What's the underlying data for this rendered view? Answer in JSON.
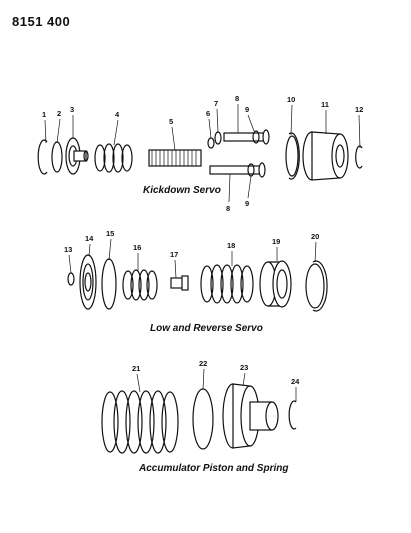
{
  "header": {
    "doc_id": "8151 400"
  },
  "sections": {
    "kickdown": {
      "caption": "Kickdown Servo"
    },
    "low_reverse": {
      "caption": "Low and Reverse Servo"
    },
    "accumulator": {
      "caption": "Accumulator Piston and Spring"
    }
  },
  "callouts": [
    "1",
    "2",
    "3",
    "4",
    "5",
    "6",
    "7",
    "8",
    "9",
    "10",
    "11",
    "12",
    "8",
    "9",
    "13",
    "14",
    "15",
    "16",
    "17",
    "18",
    "19",
    "20",
    "21",
    "22",
    "23",
    "24"
  ]
}
